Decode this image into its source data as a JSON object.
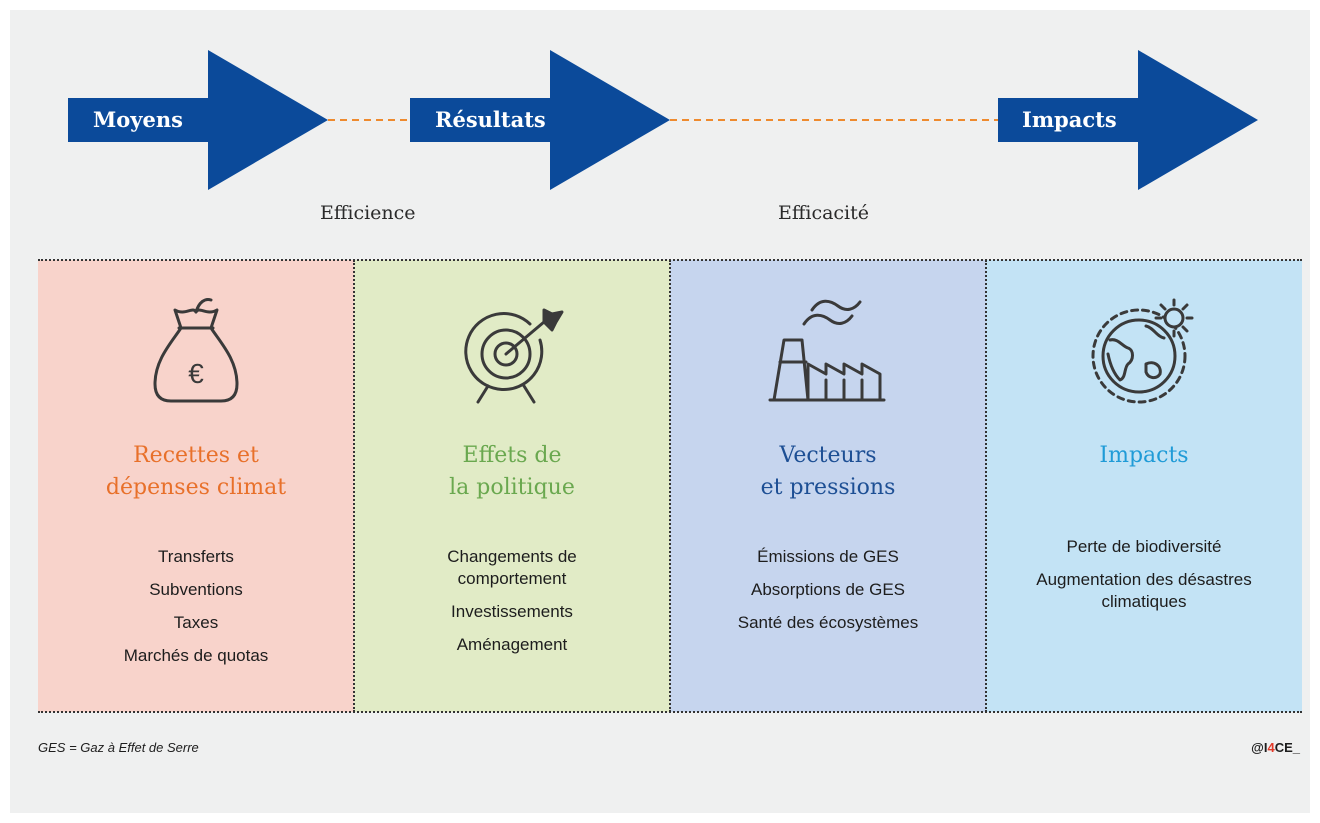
{
  "flow": {
    "arrows": [
      "Moyens",
      "Résultats",
      "Impacts"
    ],
    "measures": [
      "Efficience",
      "Efficacité"
    ],
    "colors": {
      "arrow": "#0b4a9a",
      "connector": "#ee8a2e"
    }
  },
  "panels": [
    {
      "icon": "money-bag-euro-icon",
      "icon_glyph": "€",
      "title_lines": [
        "Recettes et",
        "dépenses climat"
      ],
      "title_color": "#e8702a",
      "background": "#f8d3cb",
      "items": [
        "Transferts",
        "Subventions",
        "Taxes",
        "Marchés de quotas"
      ]
    },
    {
      "icon": "target-dart-icon",
      "title_lines": [
        "Effets de",
        "la politique"
      ],
      "title_color": "#6aa84f",
      "background": "#e1ebc6",
      "items": [
        "Changements de comportement",
        "Investissements",
        "Aménagement"
      ]
    },
    {
      "icon": "factory-pollution-icon",
      "title_lines": [
        "Vecteurs",
        "et pressions"
      ],
      "title_color": "#1d4f94",
      "background": "#c6d5ee",
      "items": [
        "Émissions de GES",
        "Absorptions de GES",
        "Santé des écosystèmes"
      ]
    },
    {
      "icon": "earth-sun-icon",
      "title_lines": [
        "Impacts"
      ],
      "title_color": "#1f9bd7",
      "background": "#c3e3f5",
      "items": [
        "Perte de biodiversité",
        "Augmentation des désastres climatiques"
      ]
    }
  ],
  "footnote": "GES = Gaz à Effet de Serre",
  "credit": {
    "prefix": "@I",
    "accent": "4",
    "suffix": "CE_"
  }
}
